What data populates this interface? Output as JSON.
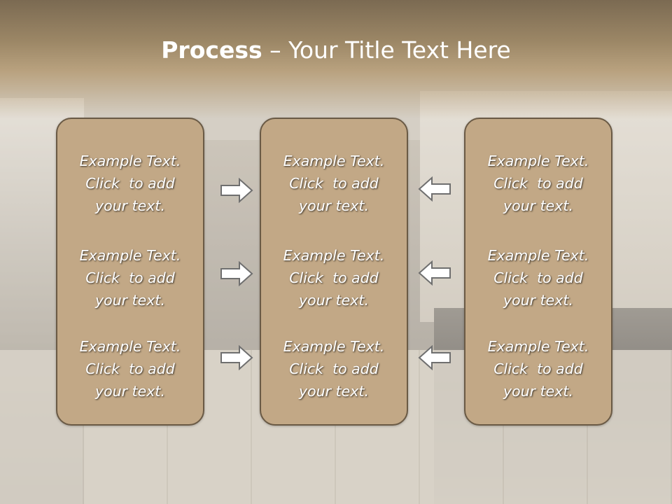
{
  "slide": {
    "title_bold": "Process",
    "title_rest": " – Your Title Text Here"
  },
  "columns": [
    {
      "items": [
        "Example Text.\nClick  to add\nyour text.",
        "Example Text.\nClick  to add\nyour text.",
        "Example Text.\nClick  to add\nyour text."
      ]
    },
    {
      "items": [
        "Example Text.\nClick  to add\nyour text.",
        "Example Text.\nClick  to add\nyour text.",
        "Example Text.\nClick  to add\nyour text."
      ]
    },
    {
      "items": [
        "Example Text.\nClick  to add\nyour text.",
        "Example Text.\nClick  to add\nyour text.",
        "Example Text.\nClick  to add\nyour text."
      ]
    }
  ],
  "arrows": {
    "left_group_direction": "right",
    "right_group_direction": "left",
    "icon": "block-arrow-icon"
  },
  "colors": {
    "box_fill": "#c2a886",
    "box_border": "#6a5a45",
    "header": "#9c8766",
    "arrow_fill": "#ffffff",
    "arrow_stroke": "#6f6f6f"
  }
}
